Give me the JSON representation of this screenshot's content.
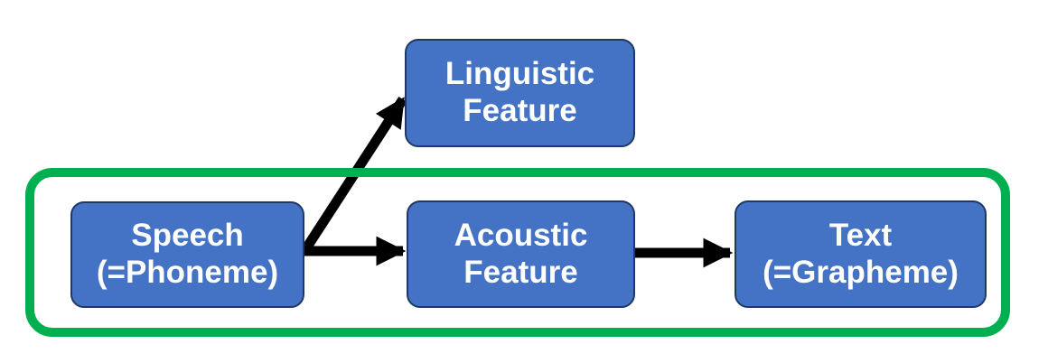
{
  "diagram": {
    "colors": {
      "background": "#FFFFFF",
      "node_fill": "#4472C4",
      "node_border": "#1F3864",
      "node_text": "#FFFFFF",
      "arrow": "#000000",
      "group_outline": "#00B050"
    },
    "nodes": [
      {
        "id": "speech",
        "line1": "Speech",
        "line2": "(=Phoneme)"
      },
      {
        "id": "linguistic",
        "line1": "Linguistic",
        "line2": "Feature"
      },
      {
        "id": "acoustic",
        "line1": "Acoustic",
        "line2": "Feature"
      },
      {
        "id": "text",
        "line1": "Text",
        "line2": "(=Grapheme)"
      }
    ],
    "edges": [
      {
        "from": "speech",
        "to": "linguistic-feature"
      },
      {
        "from": "speech",
        "to": "acoustic-feature"
      },
      {
        "from": "acoustic",
        "to": "text"
      }
    ],
    "group": {
      "shape": "rounded-rectangle-outline",
      "contains": [
        "speech",
        "acoustic-feature",
        "text"
      ]
    }
  }
}
